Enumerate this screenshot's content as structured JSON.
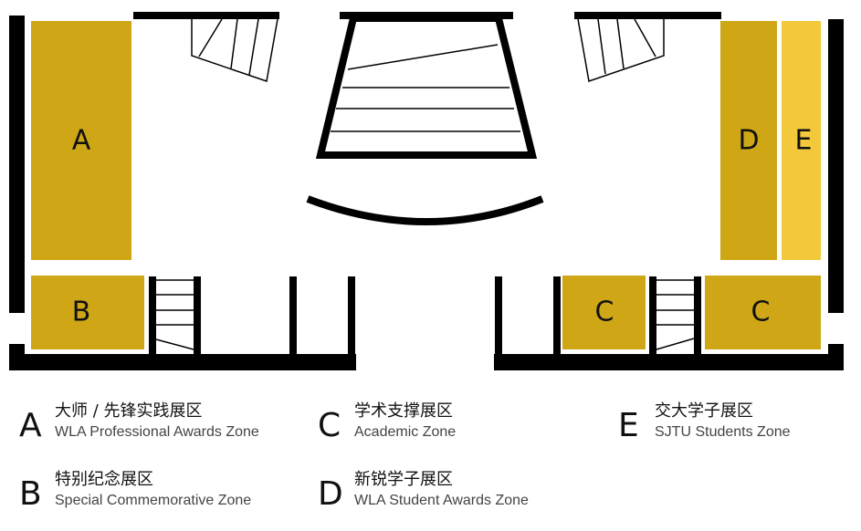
{
  "colors": {
    "zone": "#cfa716",
    "zone_e": "#f3c83a",
    "wall": "#000000"
  },
  "plan": {
    "zones": [
      {
        "id": "A",
        "label": "A"
      },
      {
        "id": "B",
        "label": "B"
      },
      {
        "id": "C1",
        "label": "C"
      },
      {
        "id": "C2",
        "label": "C"
      },
      {
        "id": "D",
        "label": "D"
      },
      {
        "id": "E",
        "label": "E"
      }
    ]
  },
  "legend": [
    {
      "letter": "A",
      "cn": "大师 / 先锋实践展区",
      "en": "WLA Professional Awards Zone"
    },
    {
      "letter": "B",
      "cn": "特别纪念展区",
      "en": "Special Commemorative Zone"
    },
    {
      "letter": "C",
      "cn": "学术支撑展区",
      "en": "Academic Zone"
    },
    {
      "letter": "D",
      "cn": "新锐学子展区",
      "en": "WLA Student Awards Zone"
    },
    {
      "letter": "E",
      "cn": "交大学子展区",
      "en": "SJTU Students Zone"
    }
  ]
}
